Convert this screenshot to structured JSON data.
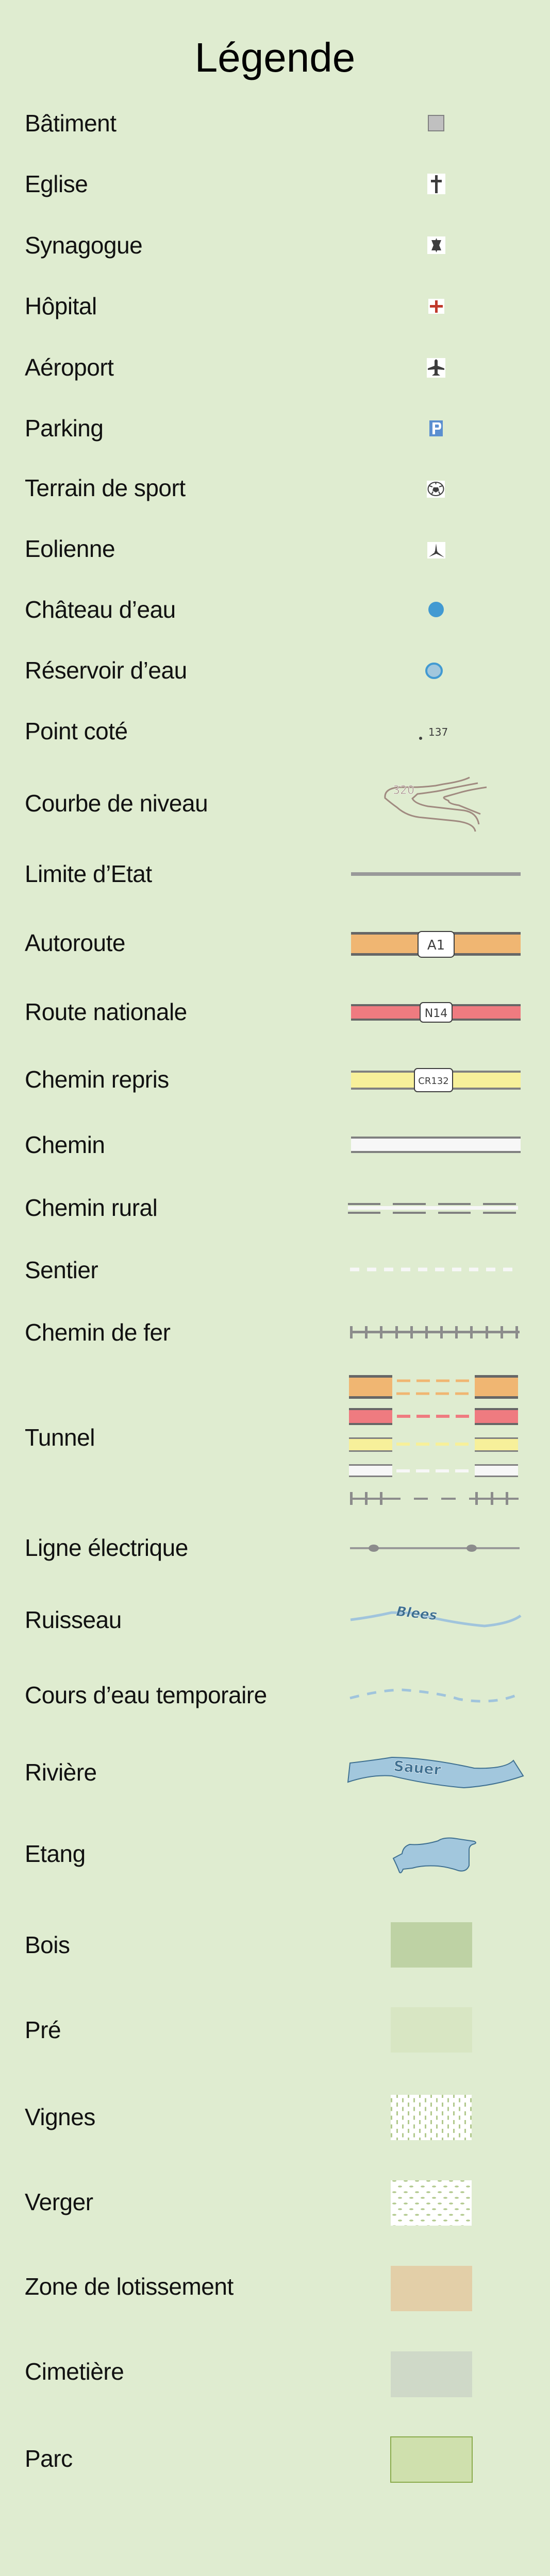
{
  "title": "Légende",
  "items": [
    {
      "label": "Bâtiment"
    },
    {
      "label": "Eglise"
    },
    {
      "label": "Synagogue"
    },
    {
      "label": "Hôpital"
    },
    {
      "label": "Aéroport"
    },
    {
      "label": "Parking"
    },
    {
      "label": "Terrain de sport"
    },
    {
      "label": "Eolienne"
    },
    {
      "label": "Château d’eau"
    },
    {
      "label": "Réservoir d’eau"
    },
    {
      "label": "Point coté",
      "symbol_text": "137"
    },
    {
      "label": "Courbe de niveau",
      "symbol_text": "320"
    },
    {
      "label": "Limite d’Etat"
    },
    {
      "label": "Autoroute",
      "symbol_text": "A1"
    },
    {
      "label": "Route nationale",
      "symbol_text": "N14"
    },
    {
      "label": "Chemin repris",
      "symbol_text": "CR132"
    },
    {
      "label": "Chemin"
    },
    {
      "label": "Chemin rural"
    },
    {
      "label": "Sentier"
    },
    {
      "label": "Chemin de fer"
    },
    {
      "label": "Tunnel"
    },
    {
      "label": "Ligne électrique"
    },
    {
      "label": "Ruisseau",
      "symbol_text": "Blees"
    },
    {
      "label": "Cours d’eau temporaire"
    },
    {
      "label": "Rivière",
      "symbol_text": "Sauer"
    },
    {
      "label": "Etang"
    },
    {
      "label": "Bois"
    },
    {
      "label": "Pré"
    },
    {
      "label": "Vignes"
    },
    {
      "label": "Verger"
    },
    {
      "label": "Zone de lotissement"
    },
    {
      "label": "Cimetière"
    },
    {
      "label": "Parc"
    }
  ],
  "colors": {
    "background": "#dfecd0",
    "autoroute": "#f0b672",
    "route_nationale": "#ef7b80",
    "chemin_repris": "#f7f09a",
    "water": "#a2c7dd",
    "water_stroke": "#3f7091",
    "bois": "#bed2a4",
    "pre": "#d8e6c3",
    "lotissement": "#e3cfa8",
    "cimetiere": "#cfd9c8",
    "parc": "#cfe0ad"
  }
}
